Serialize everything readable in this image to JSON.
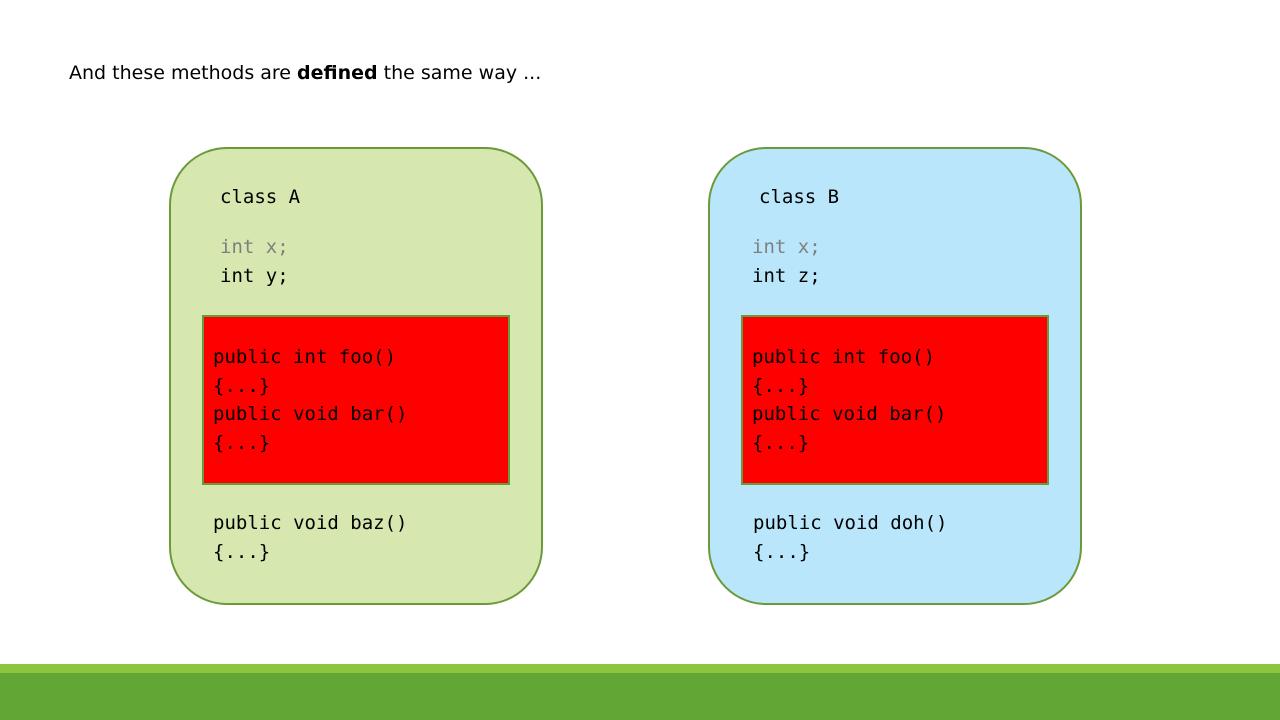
{
  "title": {
    "before": "And these methods are ",
    "bold": "defined",
    "after": " the same way ..."
  },
  "class_a": {
    "name": "class A",
    "field1": "int x;",
    "field2": "int y;",
    "shared_line1": "public int foo()",
    "shared_line2": "{...}",
    "shared_line3": "public void bar()",
    "shared_line4": "{...}",
    "unique_line1": "public void baz()",
    "unique_line2": "{...}"
  },
  "class_b": {
    "name": "class B",
    "field1": "int x;",
    "field2": "int z;",
    "shared_line1": "public int foo()",
    "shared_line2": "{...}",
    "shared_line3": "public void bar()",
    "shared_line4": "{...}",
    "unique_line1": "public void doh()",
    "unique_line2": "{...}"
  },
  "colors": {
    "class_a_fill": "#d6e7b0",
    "class_b_fill": "#b9e6fa",
    "border": "#6a9a3a",
    "shared_fill": "#ff0000",
    "footer_light": "#8cc63f",
    "footer_dark": "#62a636"
  }
}
